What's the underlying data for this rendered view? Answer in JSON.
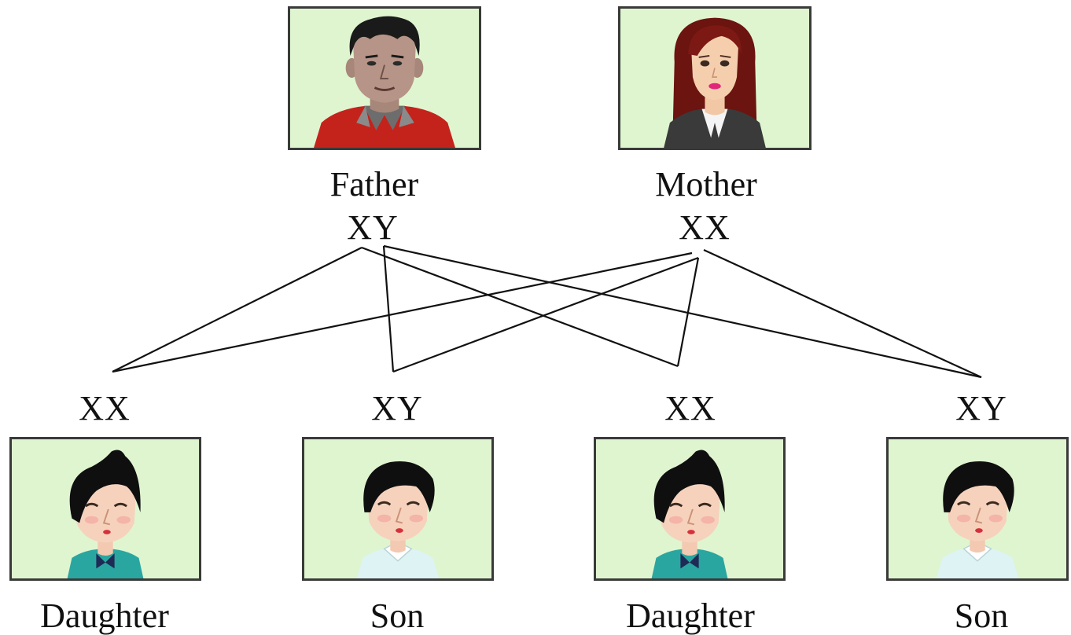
{
  "parents": {
    "father": {
      "name": "Father",
      "chromosomes": "XY",
      "portrait": "man-portrait"
    },
    "mother": {
      "name": "Mother",
      "chromosomes": "XX",
      "portrait": "woman-portrait"
    }
  },
  "children": [
    {
      "name": "Daughter",
      "chromosomes": "XX",
      "portrait": "girl-portrait"
    },
    {
      "name": "Son",
      "chromosomes": "XY",
      "portrait": "boy-portrait"
    },
    {
      "name": "Daughter",
      "chromosomes": "XX",
      "portrait": "girl-portrait"
    },
    {
      "name": "Son",
      "chromosomes": "XY",
      "portrait": "boy-portrait"
    }
  ],
  "colors": {
    "frame_background": "#dff5d0",
    "frame_border": "#3a3a3a",
    "line": "#111111"
  }
}
